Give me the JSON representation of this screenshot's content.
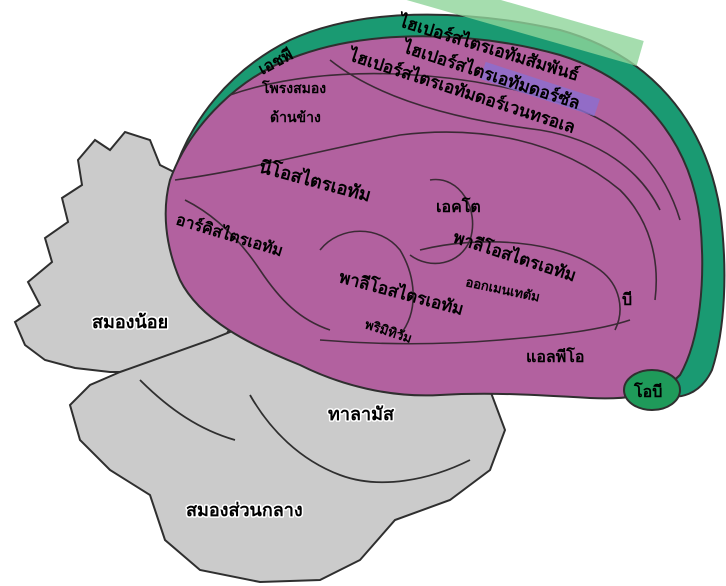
{
  "labels": {
    "hp": "เอชพี",
    "hyperstriatum_accessorium": "ไฮเปอร์สไตรเอทัมสัมพันธ์",
    "hyperstriatum_intercalatum": "ไฮเปอร์สไตรเอทัมดอร์ซัล",
    "hyperstriatum_ventrale": "ไฮเปอร์สไตรเอทัมดอร์เวนทรอเล",
    "lateral_septum_line1": "โพรงสมอง",
    "lateral_septum_line2": "ด้านข้าง",
    "neostriatum": "นีโอสไตรเอทัม",
    "ectostriatum": "เอคโต",
    "archistriatum": "อาร์คิสไตรเอทัม",
    "paleostriatum_augmentatum_line1": "พาลีโอสไตรเอทัม",
    "paleostriatum_augmentatum_line2": "ออกเมนเทตัม",
    "paleostriatum_primitivum_line1": "พาลีโอสไตรเอทัม",
    "paleostriatum_primitivum_line2": "พริมิทิวัม",
    "b": "บี",
    "lpo": "แอลพีโอ",
    "ob": "โอบี",
    "cerebellum": "สมองน้อย",
    "thalamus": "ทาลามัส",
    "midbrain": "สมองส่วนกลาง"
  },
  "colors": {
    "cortex_fill": "#b2619f",
    "hyperpallium_fill": "#1a9a72",
    "olfactory_fill": "#1f9a5a",
    "gray_fill": "#cbcbcb",
    "outline": "#2f2f2f",
    "highlight_green": "#8ed49a",
    "highlight_purple": "#8a6fd1"
  }
}
